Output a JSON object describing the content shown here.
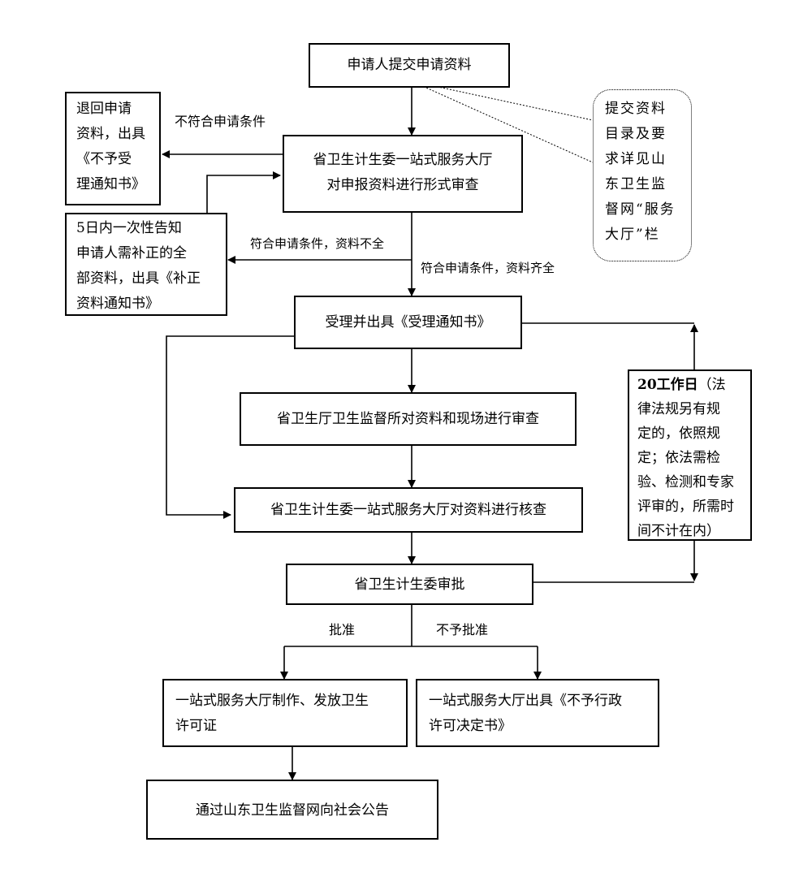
{
  "nodes": {
    "submit": "申请人提交申请资料",
    "reject": "退回申请\n资料，出具\n《不予受\n理通知书》",
    "formal_review": "省卫生计生委一站式服务大厅\n对申报资料进行形式审查",
    "supplement": "5日内一次性告知\n申请人需补正的全\n部资料，出具《补正\n资料通知书》",
    "accept": "受理并出具《受理通知书》",
    "site_review": "省卫生厅卫生监督所对资料和现场进行审查",
    "verify": "省卫生计生委一站式服务大厅对资料进行核查",
    "approve": "省卫生计生委审批",
    "issue_license": "一站式服务大厅制作、发放卫生\n许可证",
    "deny_decision": "一站式服务大厅出具《不予行政\n许可决定书》",
    "announce": "通过山东卫生监督网向社会公告"
  },
  "callout": "提交资料\n目录及要\n求详见山\n东卫生监\n督网“服务\n大厅”栏",
  "deadline": {
    "bold": "20工作日",
    "rest": "（法\n律法规另有规\n定的，依照规\n定；依法需检\n验、检测和专家\n评审的，所需时\n间不计在内）"
  },
  "edge_labels": {
    "not_meet": "不符合申请条件",
    "incomplete": "符合申请条件，资料不全",
    "complete": "符合申请条件，资料齐全",
    "approved": "批准",
    "not_approved": "不予批准"
  }
}
